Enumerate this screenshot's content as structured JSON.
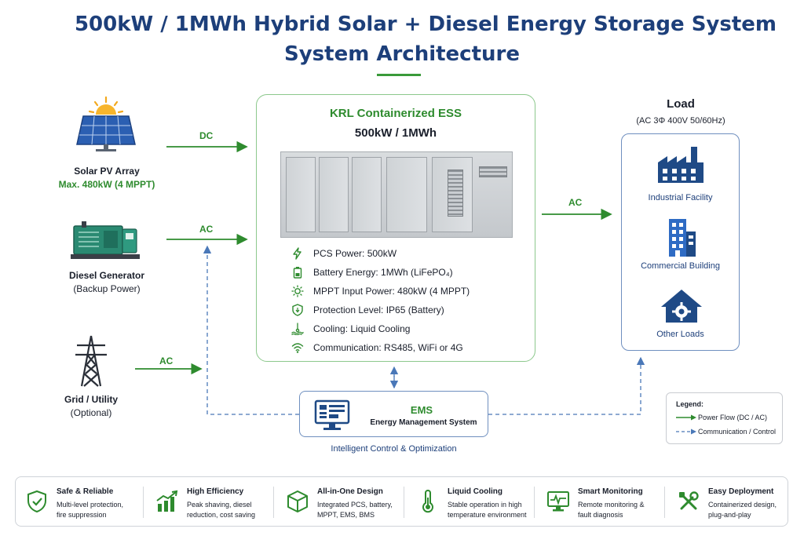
{
  "header": {
    "title_line1": "500kW / 1MWh Hybrid Solar + Diesel Energy Storage System",
    "title_line2": "System Architecture"
  },
  "sources": {
    "solar": {
      "label": "Solar PV Array",
      "sub": "Max. 480kW (4 MPPT)",
      "icon": "solar-panel-icon"
    },
    "diesel": {
      "label": "Diesel Generator",
      "sub": "(Backup Power)",
      "icon": "generator-icon"
    },
    "grid": {
      "label": "Grid / Utility",
      "sub": "(Optional)",
      "icon": "transmission-tower-icon"
    }
  },
  "flows": {
    "solar_to_ess": "DC",
    "diesel_to_ess": "AC",
    "grid_to_ess": "AC",
    "ess_to_load": "AC"
  },
  "ess": {
    "title": "KRL Containerized ESS",
    "capacity": "500kW / 1MWh",
    "specs": [
      {
        "icon": "bolt-icon",
        "text": "PCS Power: 500kW"
      },
      {
        "icon": "battery-icon",
        "text": "Battery Energy: 1MWh (LiFePO₄)"
      },
      {
        "icon": "sun-icon",
        "text": "MPPT Input Power: 480kW (4 MPPT)"
      },
      {
        "icon": "shield-icon",
        "text": "Protection Level: IP65 (Battery)"
      },
      {
        "icon": "cooling-icon",
        "text": "Cooling: Liquid Cooling"
      },
      {
        "icon": "wifi-icon",
        "text": "Communication: RS485, WiFi or 4G"
      }
    ]
  },
  "load": {
    "title": "Load",
    "sub": "(AC 3Φ 400V 50/60Hz)",
    "items": [
      {
        "icon": "factory-icon",
        "label": "Industrial Facility"
      },
      {
        "icon": "building-icon",
        "label": "Commercial Building"
      },
      {
        "icon": "house-gear-icon",
        "label": "Other Loads"
      }
    ]
  },
  "ems": {
    "title": "EMS",
    "subtitle": "Energy Management System",
    "caption": "Intelligent Control & Optimization",
    "icon": "monitor-icon"
  },
  "legend": {
    "title": "Legend:",
    "power": "Power Flow (DC / AC)",
    "comm": "Communication / Control"
  },
  "colors": {
    "title": "#1d3f7a",
    "green": "#2e8b2e",
    "blue": "#4a78b8"
  },
  "features": [
    {
      "icon": "shield-check-icon",
      "title": "Safe & Reliable",
      "line1": "Multi-level protection,",
      "line2": "fire suppression"
    },
    {
      "icon": "growth-chart-icon",
      "title": "High Efficiency",
      "line1": "Peak shaving, diesel",
      "line2": "reduction, cost saving"
    },
    {
      "icon": "cube-icon",
      "title": "All-in-One Design",
      "line1": "Integrated PCS, battery,",
      "line2": "MPPT, EMS, BMS"
    },
    {
      "icon": "thermometer-icon",
      "title": "Liquid Cooling",
      "line1": "Stable operation in high",
      "line2": "temperature environment"
    },
    {
      "icon": "monitor-pulse-icon",
      "title": "Smart Monitoring",
      "line1": "Remote monitoring &",
      "line2": "fault diagnosis"
    },
    {
      "icon": "tools-icon",
      "title": "Easy Deployment",
      "line1": "Containerized design,",
      "line2": "plug-and-play"
    }
  ]
}
